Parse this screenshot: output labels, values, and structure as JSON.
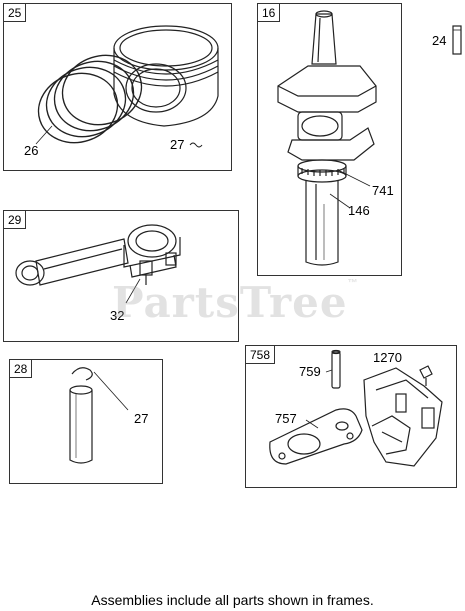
{
  "frames": {
    "piston": {
      "tag": "25",
      "callouts": [
        "26",
        "27"
      ]
    },
    "crankshaft": {
      "tag": "16",
      "callouts": [
        "741",
        "146"
      ]
    },
    "connecting_rod": {
      "tag": "29",
      "callouts": [
        "32"
      ]
    },
    "piston_pin": {
      "tag": "28",
      "callouts": [
        "27"
      ]
    },
    "governor_assembly": {
      "tag": "758",
      "callouts": [
        "759",
        "1270",
        "757"
      ]
    }
  },
  "loose_part": {
    "label": "24"
  },
  "watermark": {
    "text": "PartsTree",
    "mark": "™"
  },
  "footer": {
    "text": "Assemblies include all parts shown in frames."
  }
}
